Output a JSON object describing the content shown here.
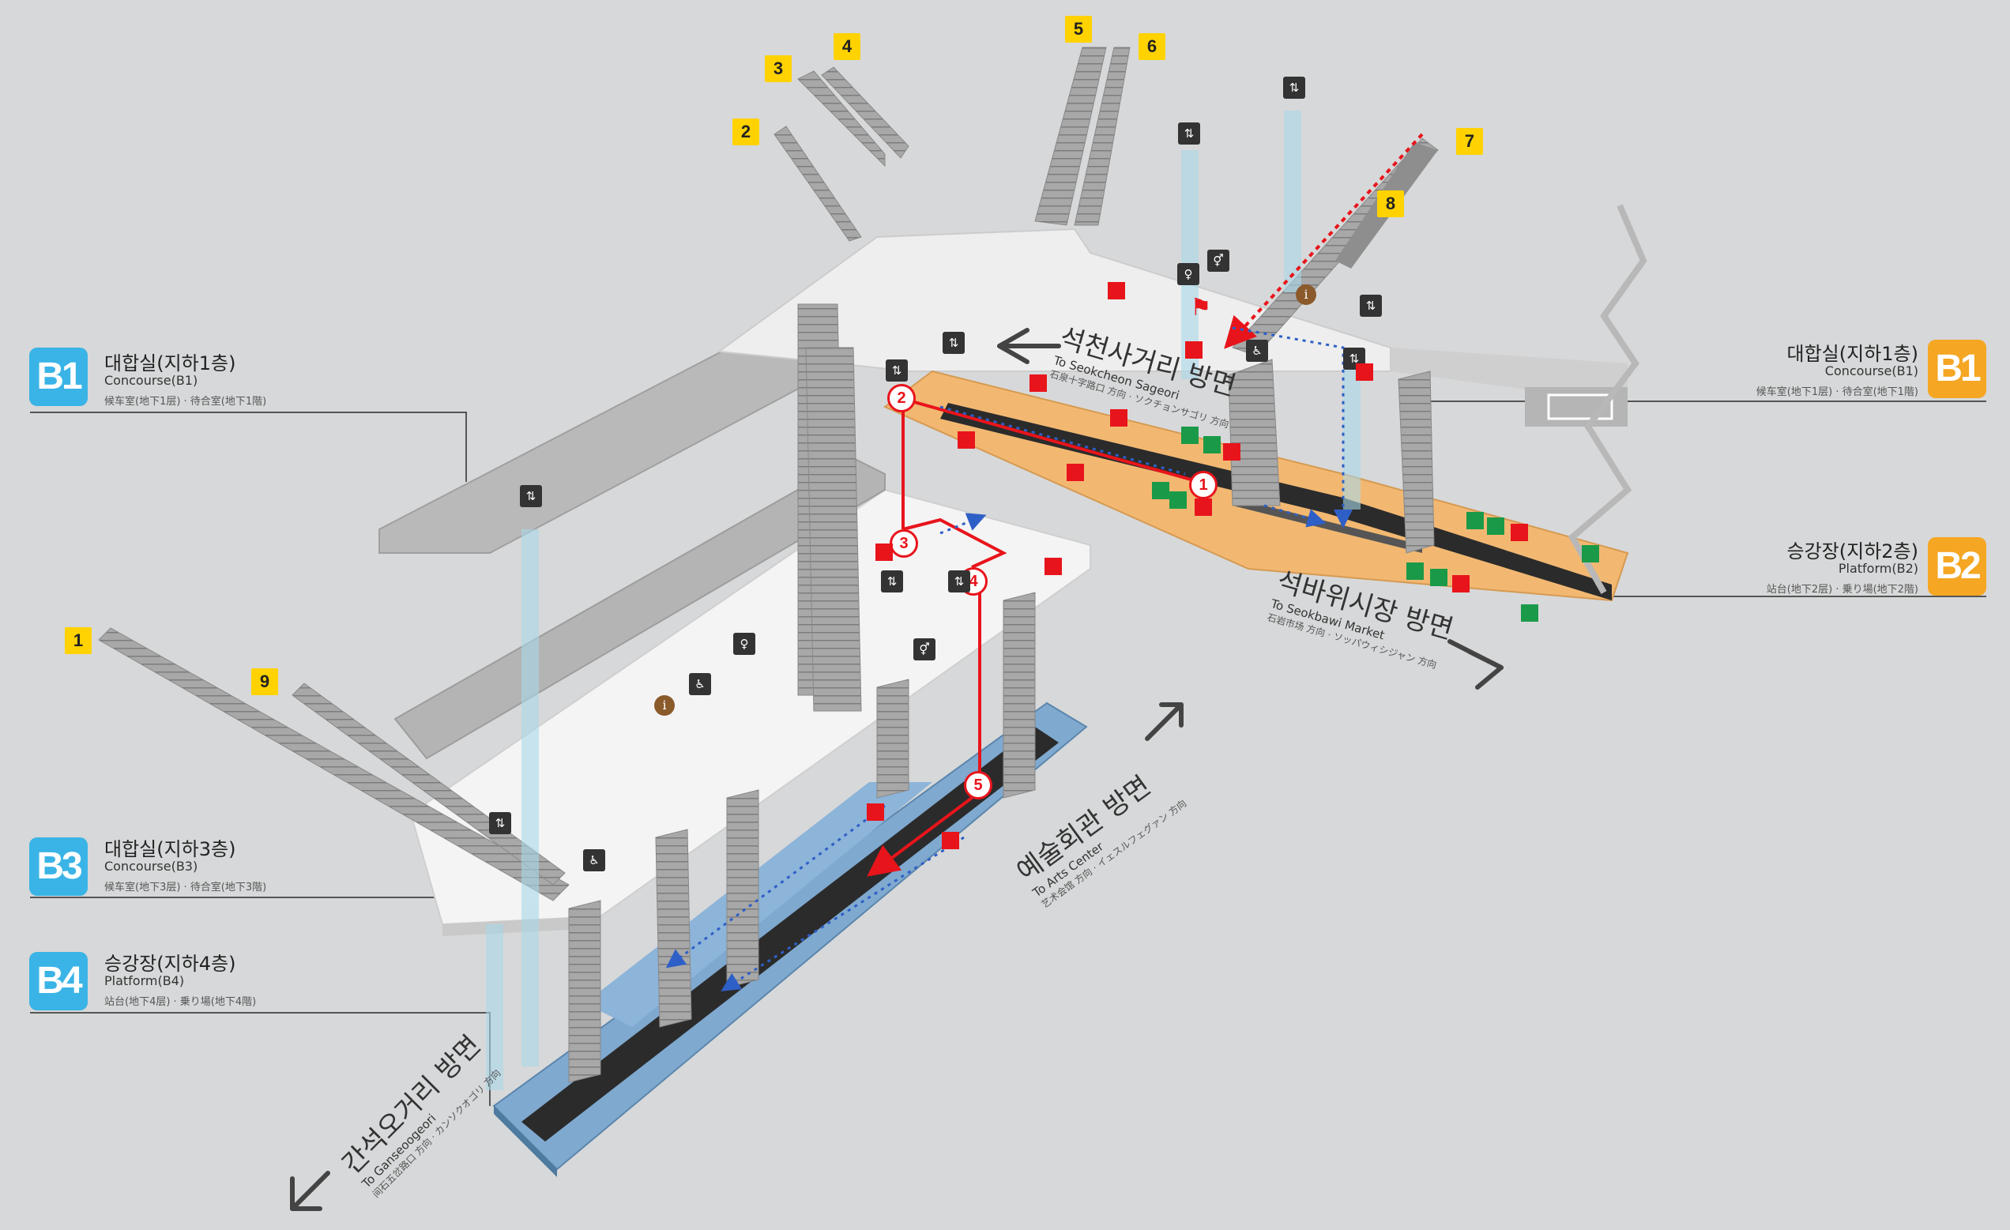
{
  "colors": {
    "background": "#d7d8d9",
    "floor_b_blue": "#3ab4e6",
    "floor_b_orange": "#f5a623",
    "exit_yellow": "#ffd200",
    "route_red": "#e8141b",
    "platform_b2": "#f2b872",
    "platform_b4": "#7fa9cf",
    "concourse": "#f4f4f4",
    "stairs": "#a9a9a9"
  },
  "floors": {
    "b1_left": {
      "badge": "B1",
      "ko": "대합실(지하1층)",
      "en": "Concourse(B1)",
      "jp": "候车室(地下1层) · 待合室(地下1階)"
    },
    "b1_right": {
      "badge": "B1",
      "ko": "대합실(지하1층)",
      "en": "Concourse(B1)",
      "jp": "候车室(地下1层) · 待合室(地下1階)"
    },
    "b2_right": {
      "badge": "B2",
      "ko": "승강장(지하2층)",
      "en": "Platform(B2)",
      "jp": "站台(地下2层) · 乗り場(地下2階)"
    },
    "b3_left": {
      "badge": "B3",
      "ko": "대합실(지하3층)",
      "en": "Concourse(B3)",
      "jp": "候车室(地下3层) · 待合室(地下3階)"
    },
    "b4_left": {
      "badge": "B4",
      "ko": "승강장(지하4층)",
      "en": "Platform(B4)",
      "jp": "站台(地下4层) · 乗り場(地下4階)"
    }
  },
  "directions": {
    "seokcheon": {
      "ko": "석천사거리 방면",
      "en": "To Seokcheon Sageori",
      "jp": "石泉十字路口 方向 · ソクチョンサゴリ 方向"
    },
    "seokbawi": {
      "ko": "석바위시장 방면",
      "en": "To Seokbawi Market",
      "jp": "石岩市场 方向 · ソッパウィシジャン 方向"
    },
    "arts": {
      "ko": "예술회관 방면",
      "en": "To Arts Center",
      "jp": "艺术会馆 方向 · イェスルフェグァン 方向"
    },
    "ganseok": {
      "ko": "간석오거리 방면",
      "en": "To Ganseoogeori",
      "jp": "间石五岔路口 方向 · カンソクオゴリ 方向"
    }
  },
  "exits": [
    "1",
    "2",
    "3",
    "4",
    "5",
    "6",
    "7",
    "8",
    "9"
  ],
  "route_steps": [
    "1",
    "2",
    "3",
    "4",
    "5"
  ],
  "icons": {
    "elevator": "elevator-icon",
    "restroom": "restroom-icon",
    "info": "information-icon",
    "fire": "fire-extinguisher-icon",
    "phone": "emergency-phone-icon",
    "exit": "emergency-exit-icon",
    "nursing": "nursing-room-icon",
    "wheelchair": "wheelchair-lift-icon"
  }
}
